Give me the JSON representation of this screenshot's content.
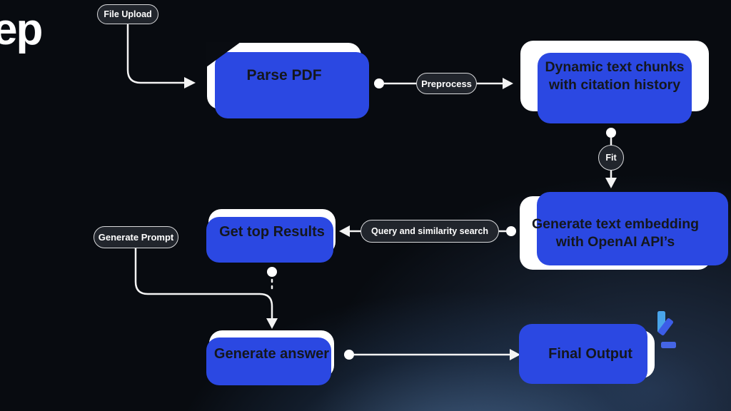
{
  "page": {
    "partial_heading": "ep"
  },
  "colors": {
    "background": "#080b10",
    "accent_blue_shadow": "#2b48e2",
    "glow_blue": "#638ec1",
    "node_fill": "#ffffff",
    "node_text": "#14171d",
    "pill_fill": "#21252c",
    "pill_border": "#d9dadc",
    "line_white": "#f3f3f3",
    "sparkle_sky": "#49a4ea",
    "sparkle_royal": "#3c5de8"
  },
  "nodes": {
    "parse_pdf": {
      "label": "Parse PDF"
    },
    "text_chunks": {
      "label": "Dynamic text chunks with citation history"
    },
    "embedding": {
      "label": "Generate text embedding with OpenAI API’s"
    },
    "get_top_results": {
      "label": "Get top Results"
    },
    "generate_answer": {
      "label": "Generate answer"
    },
    "final_output": {
      "label": "Final Output"
    }
  },
  "connectors": {
    "file_upload": {
      "label": "File Upload"
    },
    "preprocess": {
      "label": "Preprocess"
    },
    "fit": {
      "label": "Fit"
    },
    "query_similarity": {
      "label": "Query and similarity search"
    },
    "generate_prompt": {
      "label": "Generate Prompt"
    }
  }
}
